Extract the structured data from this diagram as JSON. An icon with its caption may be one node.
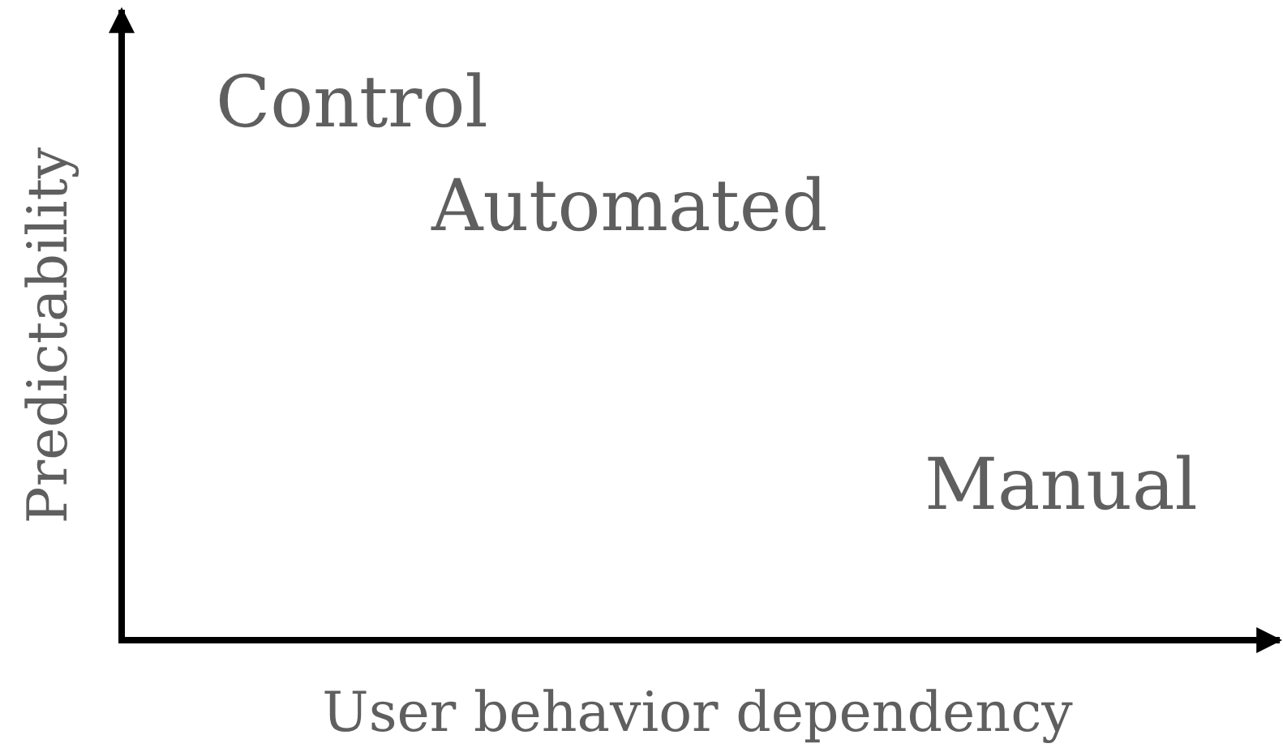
{
  "diagram": {
    "labels": [
      "Predictability",
      "Control",
      "Automated",
      "Manual",
      "User behavior dependency"
    ]
  }
}
